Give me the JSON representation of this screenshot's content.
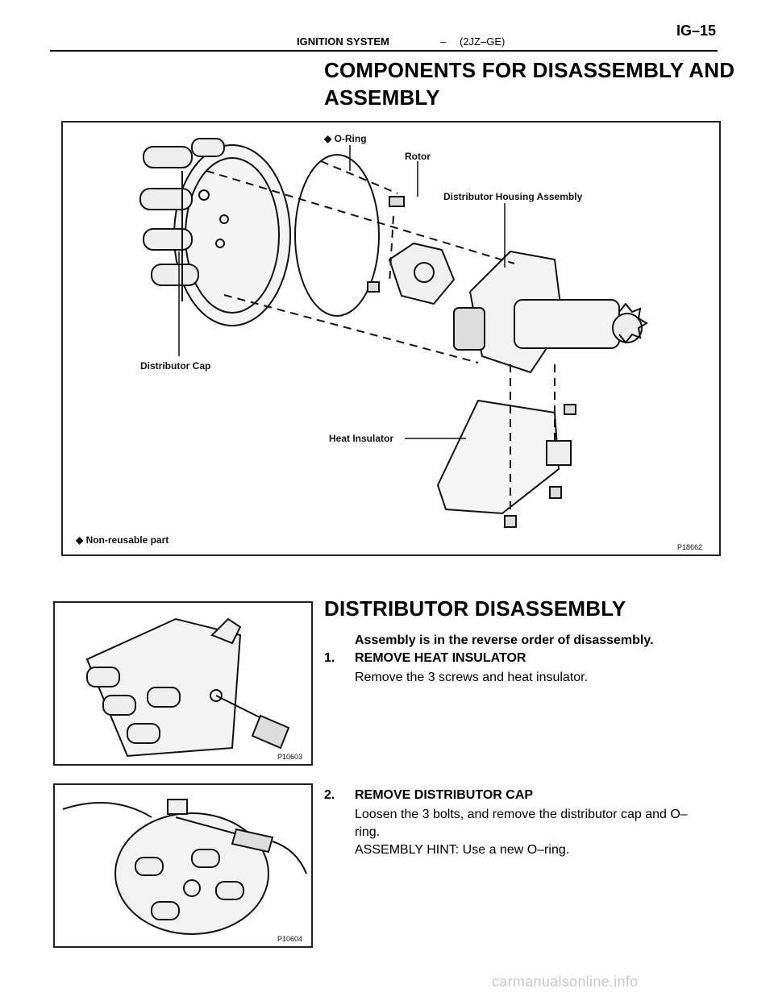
{
  "header": {
    "system": "IGNITION SYSTEM",
    "separator": "–",
    "engine": "(2JZ–GE)",
    "page": "IG–15"
  },
  "components": {
    "title_line1": "COMPONENTS FOR DISASSEMBLY AND",
    "title_line2": "ASSEMBLY",
    "figure": {
      "labels": {
        "o_ring": "◆ O-Ring",
        "rotor": "Rotor",
        "housing": "Distributor Housing Assembly",
        "cap": "Distributor Cap",
        "insulator": "Heat Insulator",
        "legend": "◆ Non-reusable part"
      },
      "code": "P18662"
    }
  },
  "disassembly": {
    "title": "DISTRIBUTOR DISASSEMBLY",
    "intro": "Assembly is in the reverse order of disassembly.",
    "steps": [
      {
        "number": "1.",
        "title": "REMOVE HEAT INSULATOR",
        "lines": [
          "Remove the 3 screws and heat insulator."
        ],
        "figure_code": "P10603"
      },
      {
        "number": "2.",
        "title": "REMOVE DISTRIBUTOR CAP",
        "lines": [
          "Loosen the 3 bolts, and remove the distributor cap and O–",
          "ring.",
          "ASSEMBLY HINT: Use a new O–ring."
        ],
        "figure_code": "P10604"
      }
    ]
  },
  "watermark": "carmanualsonline.info"
}
